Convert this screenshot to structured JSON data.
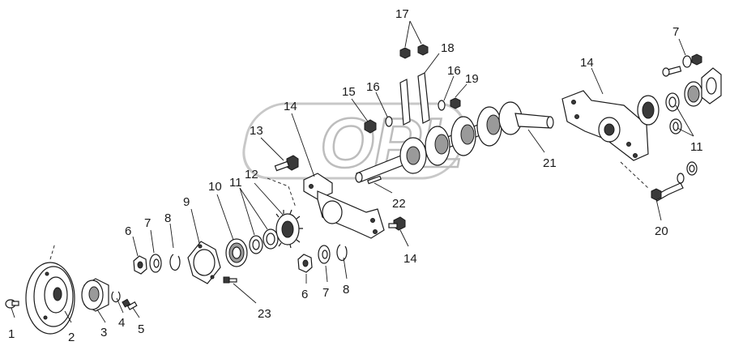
{
  "watermark": {
    "text": "OPL"
  },
  "callouts": {
    "c1": "1",
    "c2": "2",
    "c3": "3",
    "c4": "4",
    "c5": "5",
    "c6a": "6",
    "c7a": "7",
    "c8a": "8",
    "c9": "9",
    "c10": "10",
    "c11a": "11",
    "c12": "12",
    "c13": "13",
    "c14a": "14",
    "c15": "15",
    "c16a": "16",
    "c17": "17",
    "c18": "18",
    "c16b": "16",
    "c19": "19",
    "c21": "21",
    "c22": "22",
    "c14b": "14",
    "c6b": "6",
    "c7b": "7",
    "c8b": "8",
    "c23": "23",
    "c14c": "14",
    "c7c": "7",
    "c11b": "11",
    "c20": "20"
  }
}
